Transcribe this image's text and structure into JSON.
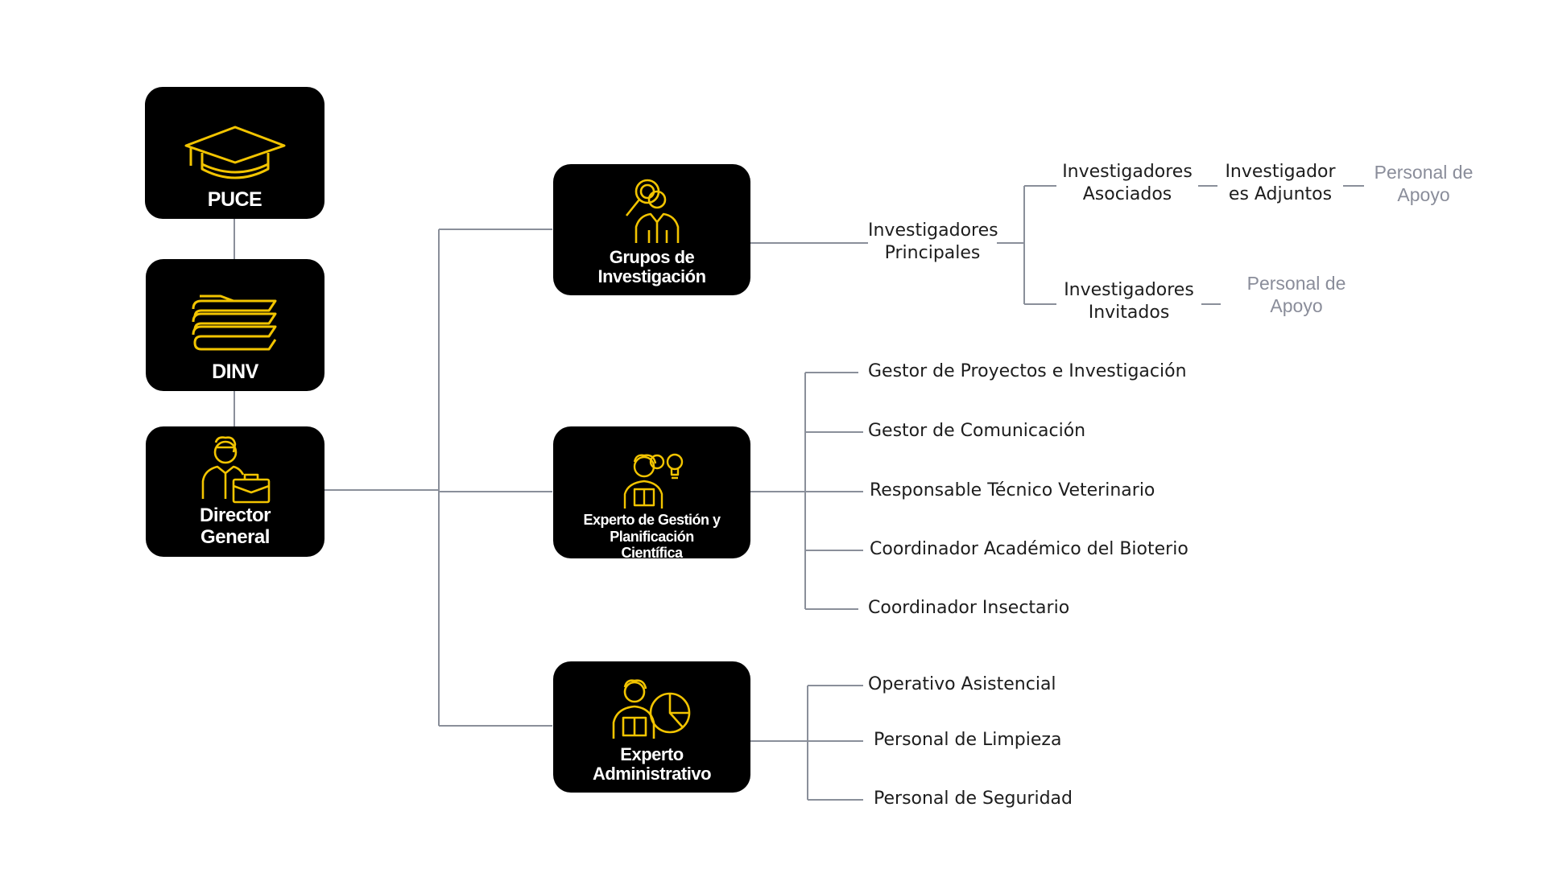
{
  "colors": {
    "box_bg": "#000000",
    "icon": "#f2c400",
    "label": "#ffffff",
    "line": "#8a8f9a",
    "text": "#1d1d1d",
    "muted_text": "#8a8d9a"
  },
  "boxes": {
    "puce": {
      "label": "PUCE",
      "icon": "graduation-cap-icon"
    },
    "dinv": {
      "label": "DINV",
      "icon": "books-icon"
    },
    "director": {
      "label_line1": "Director",
      "label_line2": "General",
      "icon": "businessman-briefcase-icon"
    },
    "grupos": {
      "label_line1": "Grupos de",
      "label_line2": "Investigación",
      "icon": "researcher-magnifier-icon"
    },
    "experto_gestion": {
      "label_line1": "Experto de Gestión y",
      "label_line2": "Planificación",
      "label_line3": "Científica",
      "icon": "people-lightbulb-icon"
    },
    "experto_admin": {
      "label_line1": "Experto",
      "label_line2": "Administrativo",
      "icon": "admin-pie-chart-icon"
    }
  },
  "research_tree": {
    "principales": {
      "line1": "Investigadores",
      "line2": "Principales"
    },
    "asociados": {
      "line1": "Investigadores",
      "line2": "Asociados"
    },
    "adjuntos": {
      "line1": "Investigador",
      "line2": "es Adjuntos"
    },
    "apoyo_1": {
      "line1": "Personal de",
      "line2": "Apoyo"
    },
    "invitados": {
      "line1": "Investigadores",
      "line2": "Invitados"
    },
    "apoyo_2": {
      "line1": "Personal de",
      "line2": "Apoyo"
    }
  },
  "gestion_roles": [
    "Gestor de Proyectos e Investigación",
    "Gestor de Comunicación",
    "Responsable Técnico Veterinario",
    "Coordinador Académico del Bioterio",
    "Coordinador Insectario"
  ],
  "admin_roles": [
    "Operativo Asistencial",
    "Personal de Limpieza",
    "Personal de Seguridad"
  ]
}
